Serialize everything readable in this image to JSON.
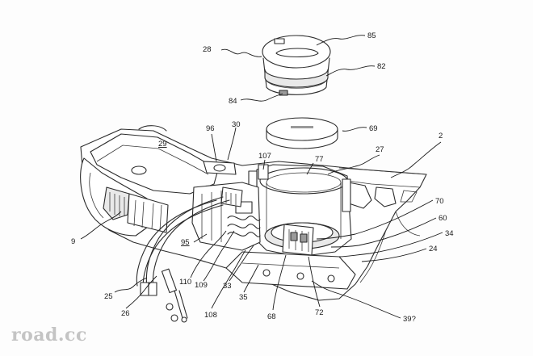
{
  "labels": {
    "l2": "2",
    "l9": "9",
    "l24": "24",
    "l25": "25",
    "l26": "26",
    "l27": "27",
    "l28": "28",
    "l29": "29",
    "l30": "30",
    "l33": "33",
    "l34": "34",
    "l35": "35",
    "l39": "39?",
    "l60": "60",
    "l68": "68",
    "l69": "69",
    "l70": "70",
    "l72": "72",
    "l77": "77",
    "l82": "82",
    "l84": "84",
    "l85": "85",
    "l95": "95",
    "l96": "96",
    "l107": "107",
    "l108": "108",
    "l109": "109",
    "l110": "110"
  },
  "watermark": "road.cc"
}
